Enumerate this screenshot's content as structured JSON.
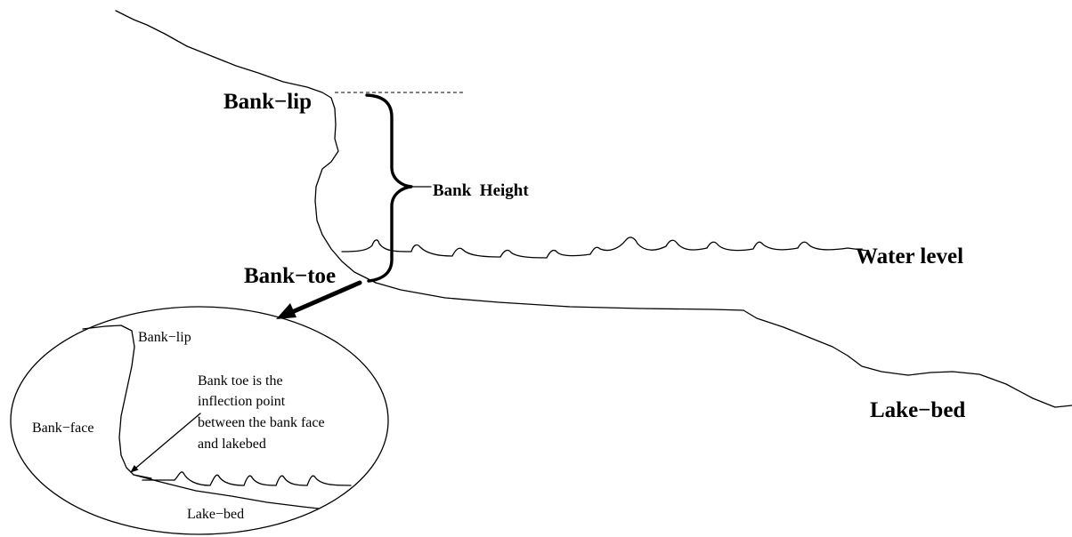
{
  "labels": {
    "bank_lip": "Bank−lip",
    "bank_height": "Bank  Height",
    "water_level": "Water level",
    "bank_toe": "Bank−toe",
    "lake_bed": "Lake−bed"
  },
  "inset": {
    "bank_lip": "Bank−lip",
    "bank_face": "Bank−face",
    "lake_bed": "Lake−bed",
    "note": [
      "Bank toe is the",
      "inflection point",
      "between the bank face",
      "and lakebed"
    ]
  },
  "colors": {
    "ink": "#000000",
    "background": "#ffffff"
  }
}
